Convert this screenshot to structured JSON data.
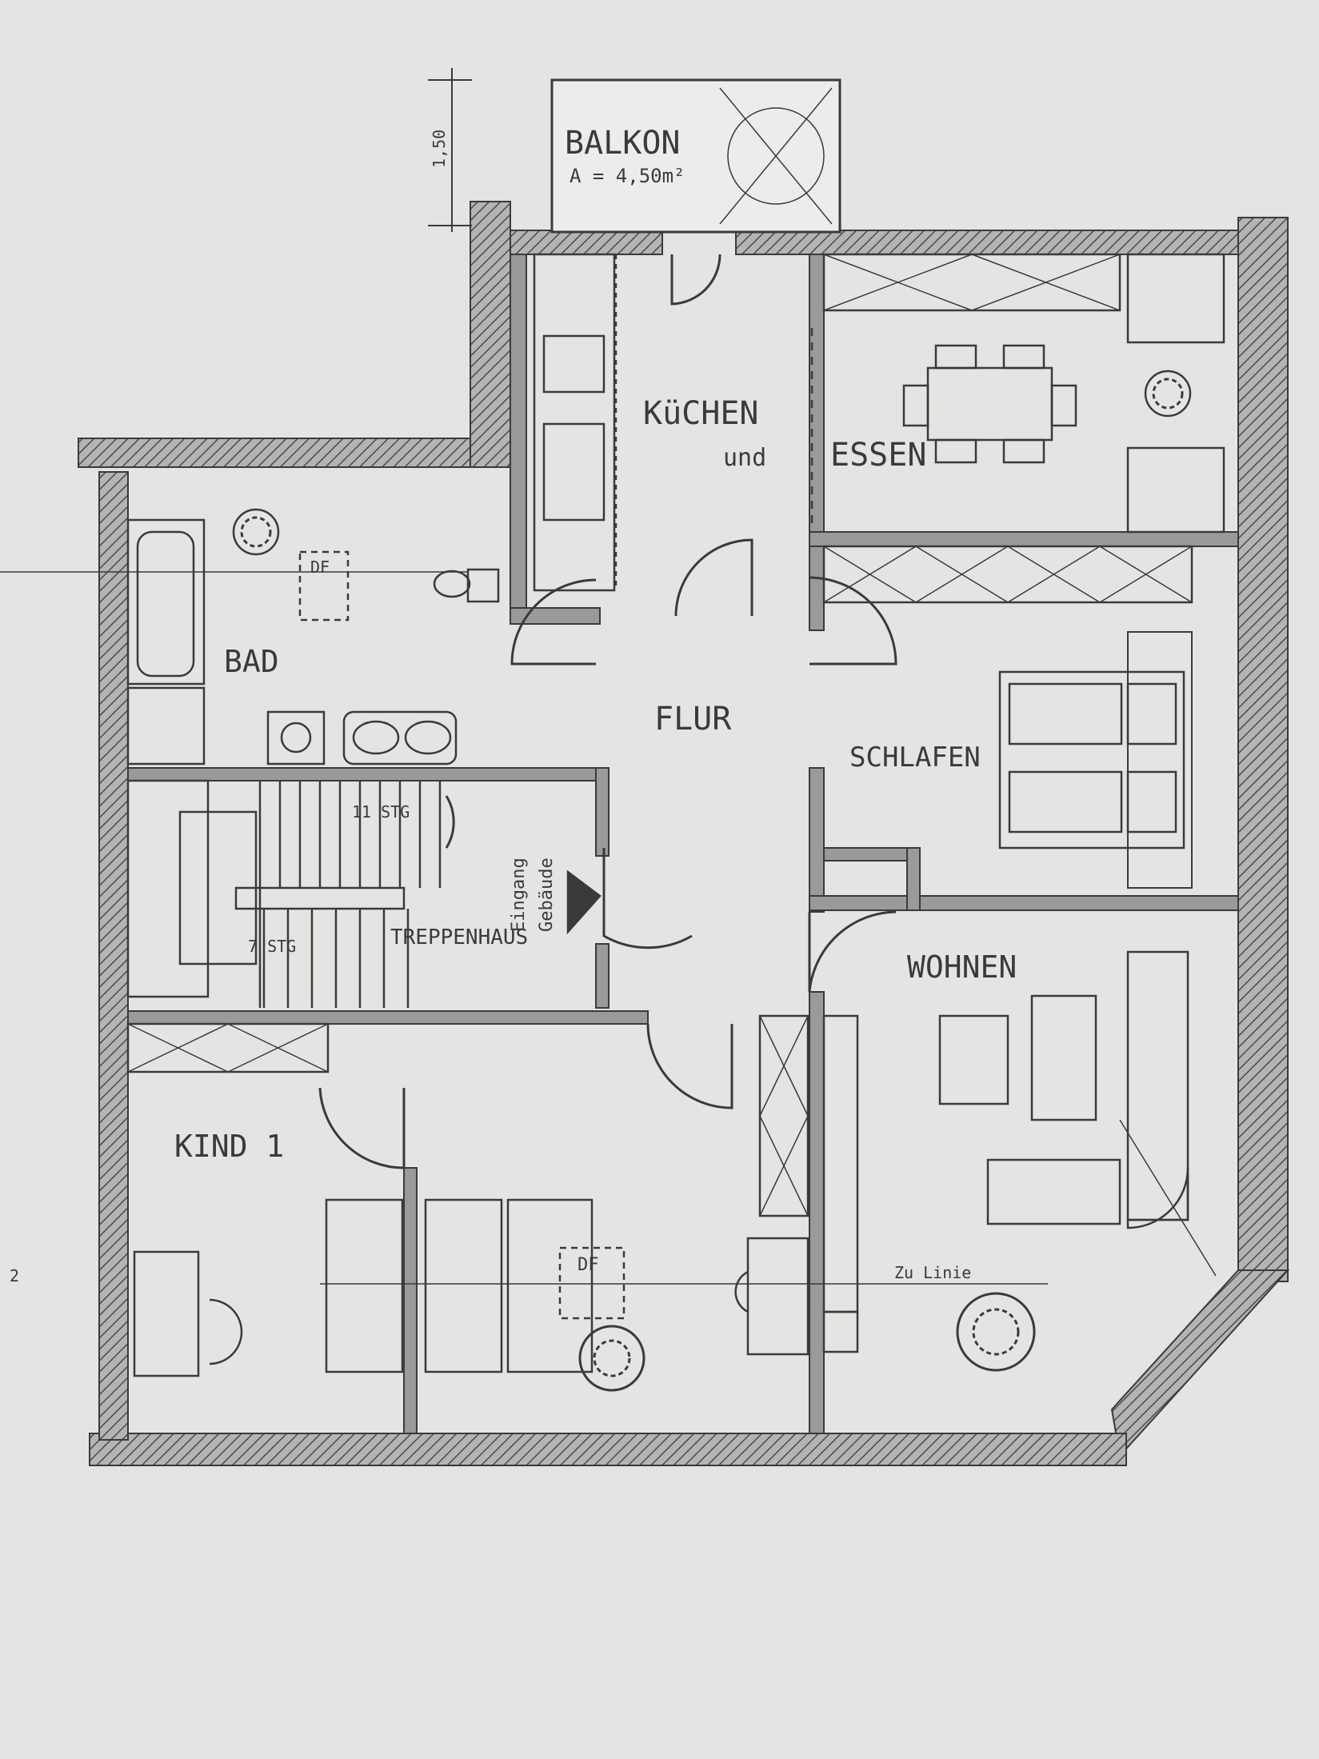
{
  "plan": {
    "rooms": {
      "balkon": "BALKON",
      "balkon_area": "A = 4,50m²",
      "kuechen": "KüCHEN",
      "kuechen_sub": "und",
      "essen": "ESSEN",
      "bad": "BAD",
      "flur": "FLUR",
      "schlafen": "SCHLAFEN",
      "wohnen": "WOHNEN",
      "kind": "KIND 1",
      "treppenhaus": "TREPPENHAUS"
    },
    "stairs": {
      "upper_steps": "11 STG",
      "lower_steps": "7 STG",
      "entrance": "Eingang",
      "entrance_sub": "Gebäude"
    },
    "annotations": {
      "dimension": "1,50",
      "df_bad": "DF",
      "df_kind": "DF",
      "zu_linie": "Zu Linie",
      "margin_mark": "2"
    },
    "colors": {
      "paper": "#e4e4e2",
      "line": "#3a3a3a",
      "wall_fill": "#9a9a98"
    }
  }
}
